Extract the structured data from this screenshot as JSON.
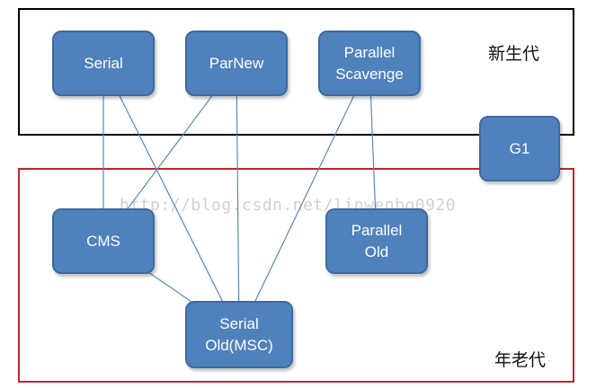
{
  "colors": {
    "node_fill": "#4f81bd",
    "node_border": "#3a6a9f",
    "young_border": "#000000",
    "old_border": "#c0262d",
    "connector": "#5b87be"
  },
  "regions": {
    "young_label": "新生代",
    "old_label": "年老代"
  },
  "nodes": {
    "serial": "Serial",
    "parnew": "ParNew",
    "parallel_scavenge": "Parallel Scavenge",
    "g1": "G1",
    "cms": "CMS",
    "parallel_old": "Parallel Old",
    "serial_old": "Serial Old(MSC)"
  },
  "connections": [
    [
      "serial",
      "cms"
    ],
    [
      "serial",
      "serial_old"
    ],
    [
      "parnew",
      "cms"
    ],
    [
      "parnew",
      "serial_old"
    ],
    [
      "parallel_scavenge",
      "serial_old"
    ],
    [
      "parallel_scavenge",
      "parallel_old"
    ],
    [
      "cms",
      "serial_old"
    ]
  ],
  "watermark": "http://blog.csdn.net/linwenbo0920"
}
